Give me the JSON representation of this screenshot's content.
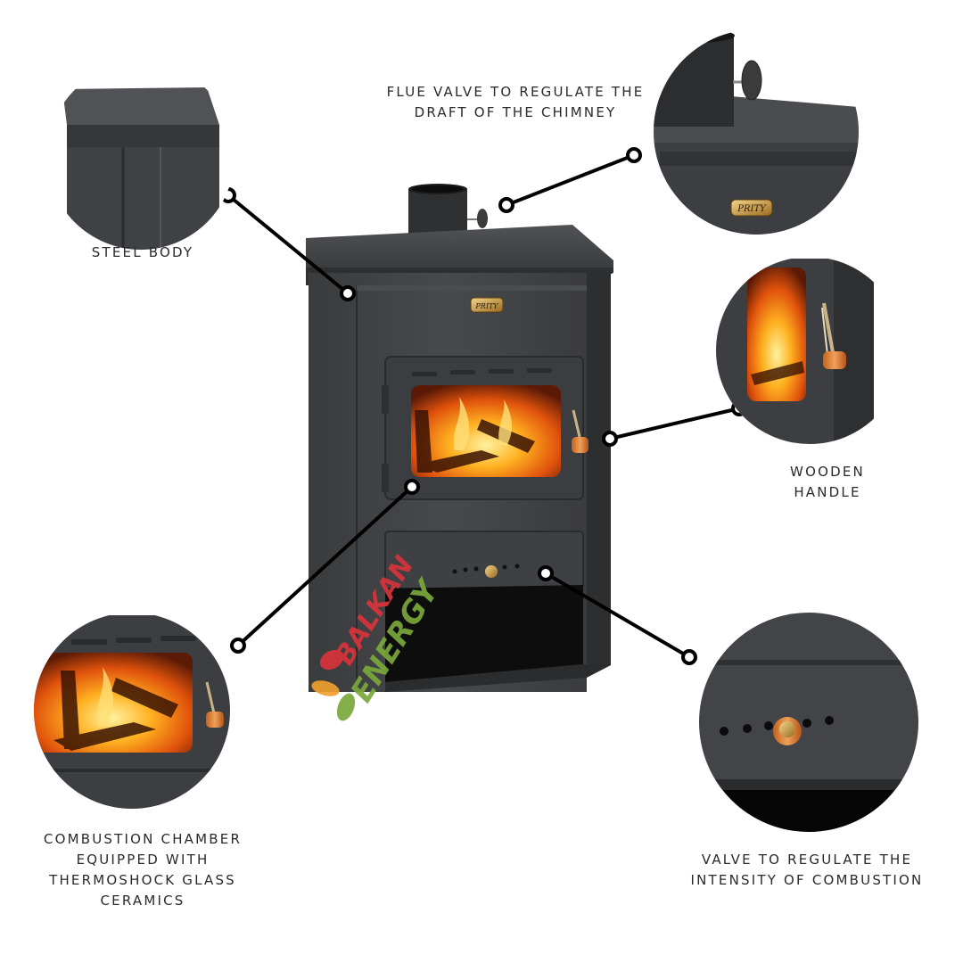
{
  "callouts": {
    "steel_body": "STEEL BODY",
    "flue_valve": "FLUE VALVE TO REGULATE THE\nDRAFT OF THE CHIMNEY",
    "wooden_handle": "WOODEN\nHANDLE",
    "combustion_chamber": "COMBUSTION CHAMBER\nEQUIPPED WITH\nTHERMOSHOCK GLASS\nCERAMICS",
    "combustion_valve": "VALVE TO REGULATE THE\nINTENSITY OF COMBUSTION"
  },
  "product": {
    "brand_plate": "PRITY"
  },
  "watermark": {
    "line1": "BALKAN",
    "line2": "ENERGY"
  },
  "colors": {
    "steel": "#3d3e40",
    "steel_light": "#55575a",
    "fire": "#f07a12",
    "brass": "#c9a35a",
    "watermark_red": "#d9333b",
    "watermark_green": "#7aa83a",
    "watermark_orange": "#f0a030"
  }
}
